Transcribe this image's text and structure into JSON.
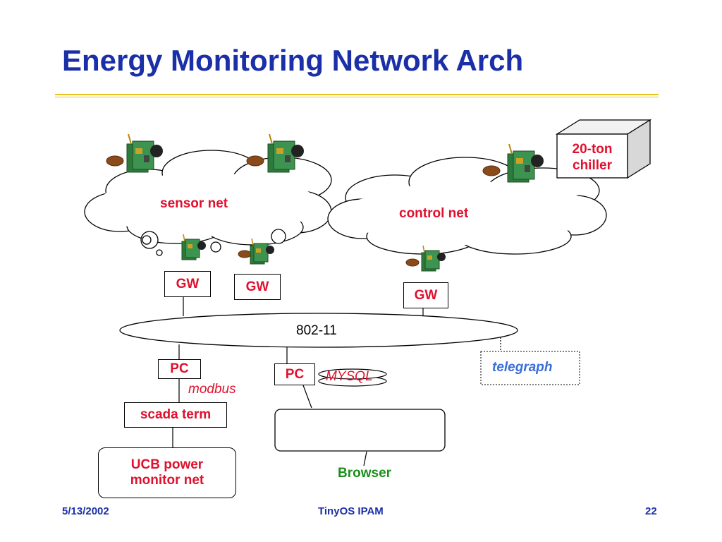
{
  "slide": {
    "title": "Energy Monitoring Network Arch",
    "footer_date": "5/13/2002",
    "footer_center": "TinyOS IPAM",
    "page_number": "22"
  },
  "diagram": {
    "sensor_net_label": "sensor net",
    "control_net_label": "control net",
    "chiller_label_1": "20-ton",
    "chiller_label_2": "chiller",
    "gateway_1": "GW",
    "gateway_2": "GW",
    "gateway_3": "GW",
    "backbone_label": "802-11",
    "pc_1": "PC",
    "pc_2": "PC",
    "mysql_label": "MYSQL",
    "telegraph_label": "telegraph",
    "modbus_label": "modbus",
    "scada_label": "scada term",
    "ucb_label_1": "UCB power",
    "ucb_label_2": "monitor net",
    "browser_label": "Browser",
    "colors": {
      "title_blue": "#1a2fa8",
      "label_red": "#e0102e",
      "telegraph_blue": "#3a6fd8",
      "browser_green": "#1a8f1a",
      "rule_gold": "#e8c21f"
    }
  }
}
